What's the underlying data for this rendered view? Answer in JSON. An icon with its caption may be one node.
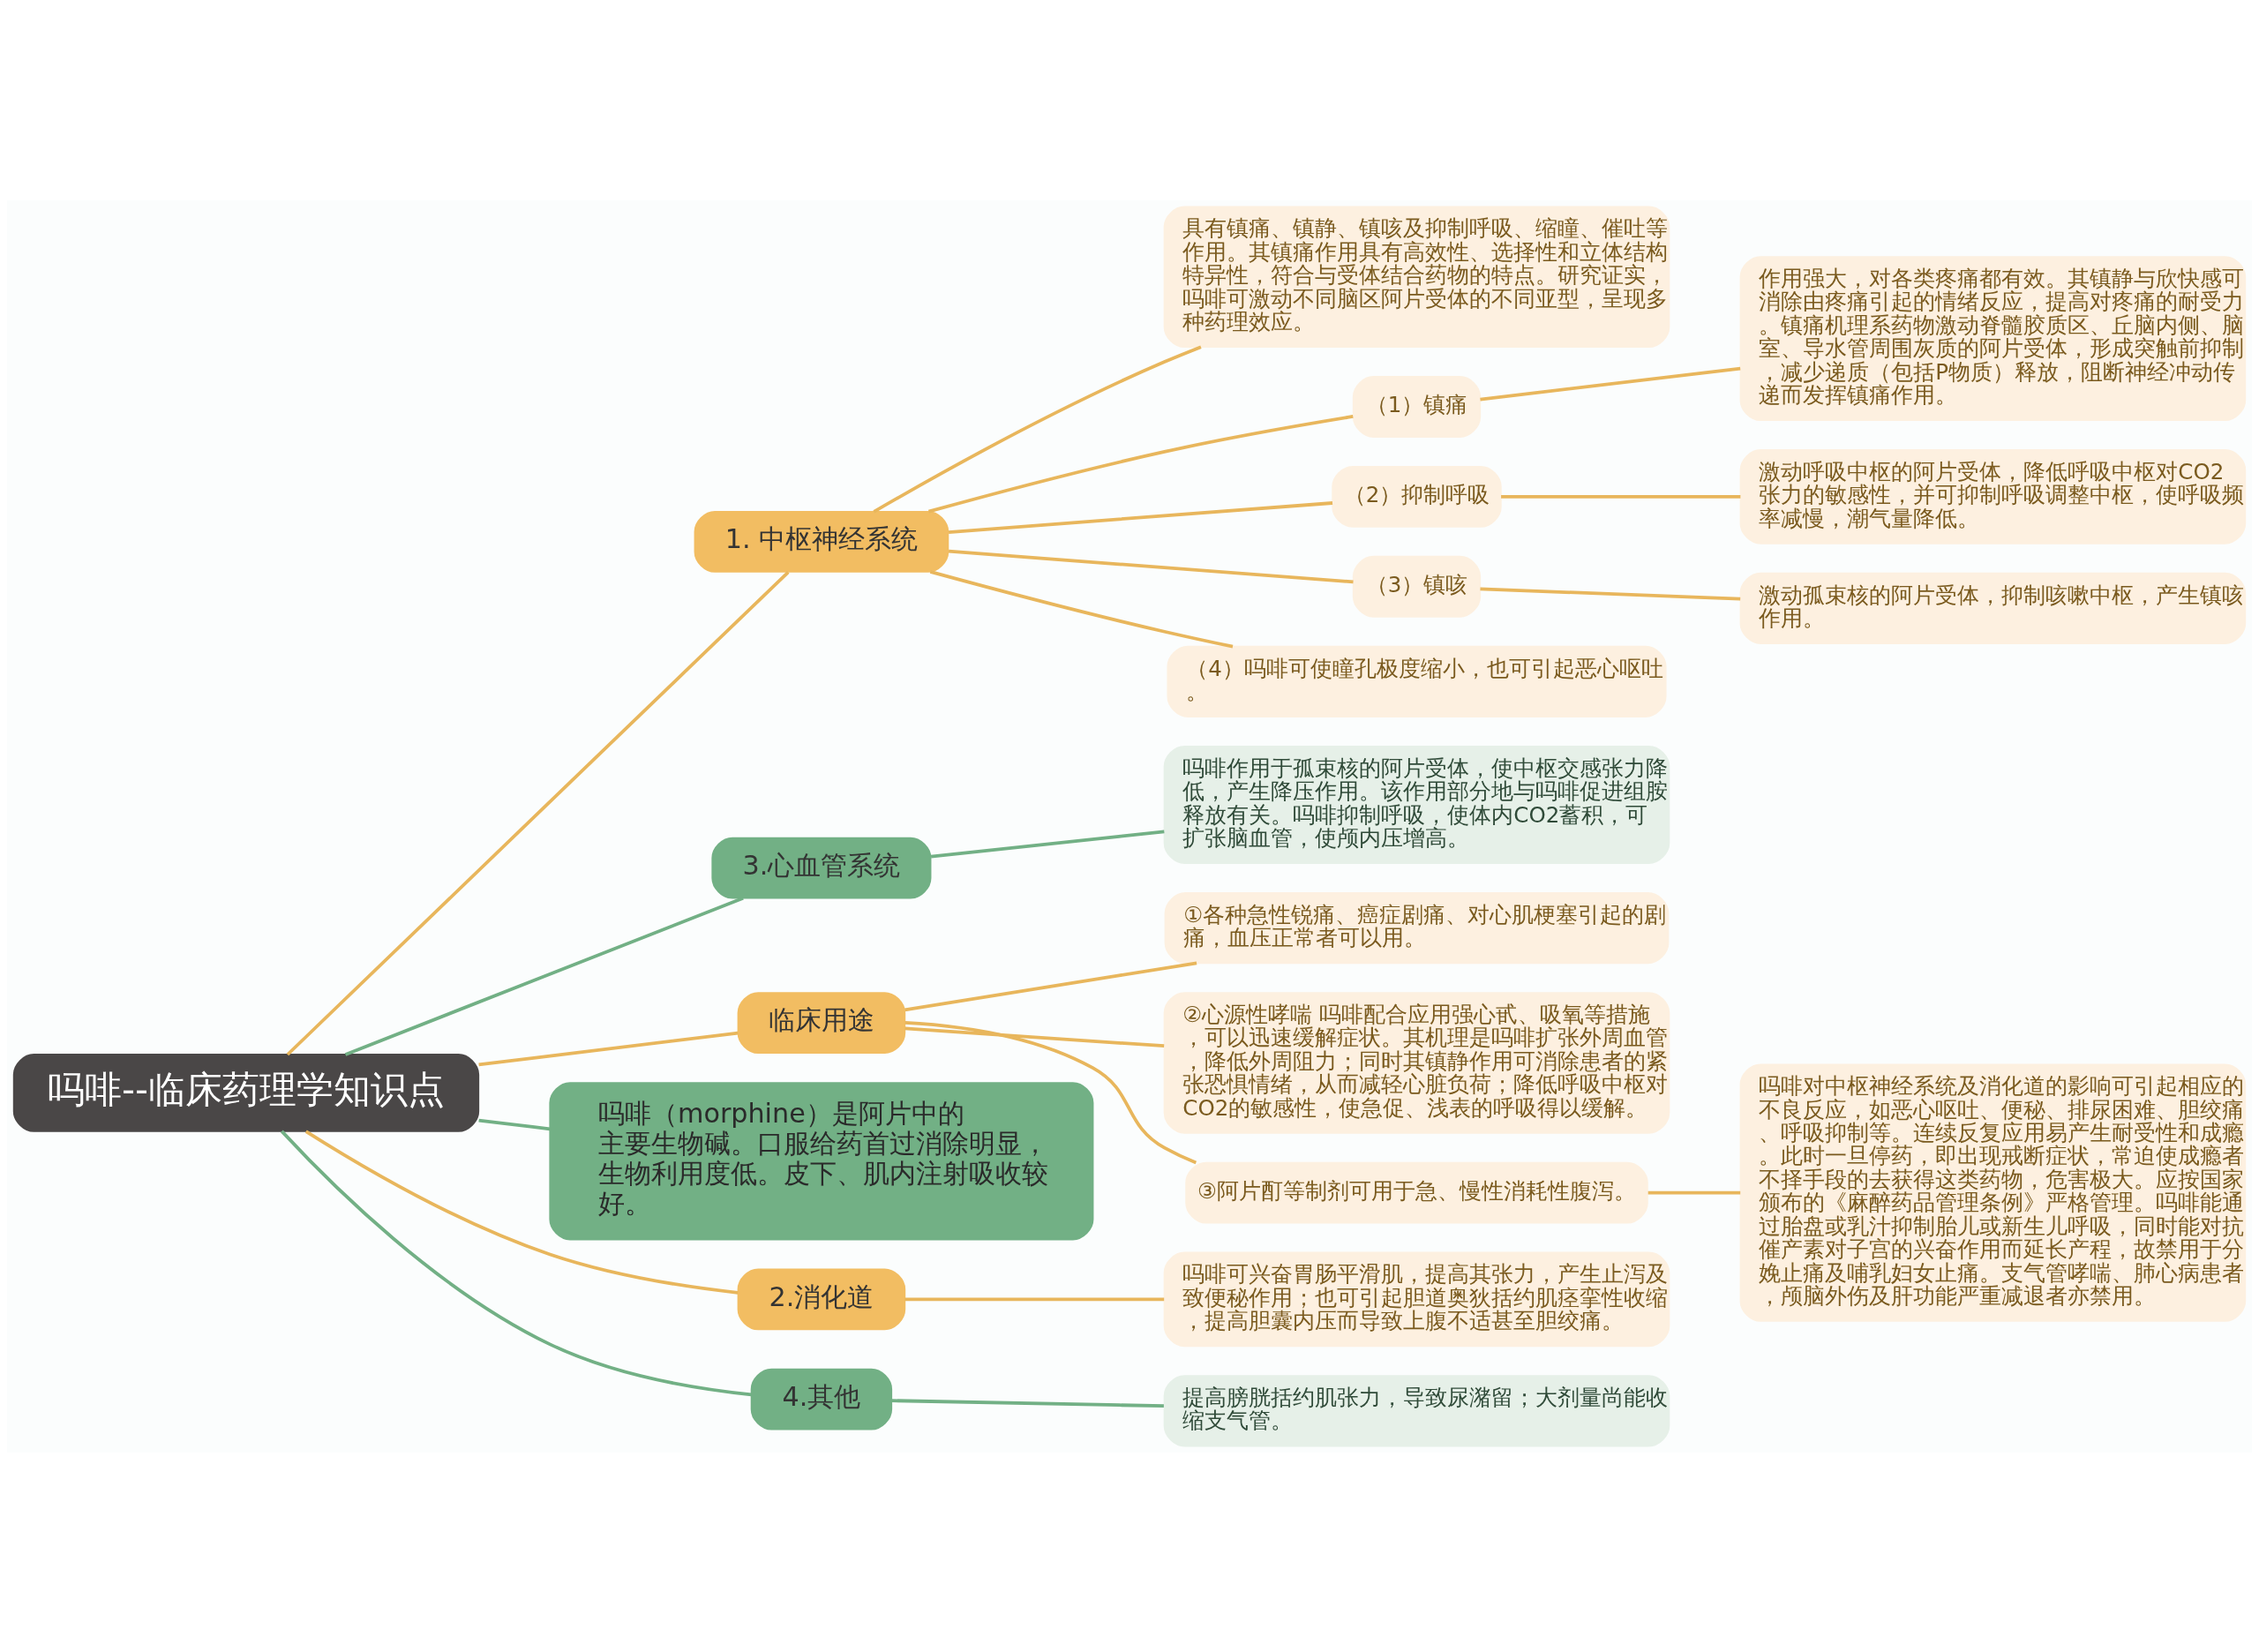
{
  "diagram": {
    "nodes": [
      {
        "text": [
          "吗啡--临床药理学知识点"
        ]
      },
      {
        "text": [
          "1. 中枢神经系统"
        ]
      },
      {
        "text": [
          "具有镇痛、镇静、镇咳及抑制呼吸、缩瞳、催吐等作用。其镇痛作用具有高效性、选择性和立体结构特异性，符合与受体结合药物的特点。研究证实，吗啡可激动不同脑区阿片受体的不同亚型，呈现多种药理效应。"
        ]
      },
      {
        "text": [
          "（1）镇痛"
        ]
      },
      {
        "text": [
          "作用强大，对各类疼痛都有效。其镇静与欣快感可消除由疼痛引起的情绪反应，提高对疼痛的耐受力。镇痛机理系药物激动脊髓胶质区、丘脑内侧、脑室、导水管周围灰质的阿片受体，形成突触前抑制，减少递质（包括P物质）释放，阻断神经冲动传递而发挥镇痛作用。"
        ]
      },
      {
        "text": [
          "（2）抑制呼吸"
        ]
      },
      {
        "text": [
          "激动呼吸中枢的阿片受体，降低呼吸中枢对CO2张力的敏感性，并可抑制呼吸调整中枢，使呼吸频率减慢，潮气量降低。"
        ]
      },
      {
        "text": [
          "（3）镇咳"
        ]
      },
      {
        "text": [
          "激动孤束核的阿片受体，抑制咳嗽中枢，产生镇咳作用。"
        ]
      },
      {
        "text": [
          "（4）吗啡可使瞳孔极度缩小，也可引起恶心呕吐。"
        ]
      },
      {
        "text": [
          "3.心血管系统"
        ]
      },
      {
        "text": [
          "吗啡作用于孤束核的阿片受体，使中枢交感张力降低，产生降压作用。该作用部分地与吗啡促进组胺释放有关。吗啡抑制呼吸，使体内CO2蓄积，可扩张脑血管，使颅内压增高。"
        ]
      },
      {
        "text": [
          "临床用途"
        ]
      },
      {
        "text": [
          "①各种急性锐痛、癌症剧痛、对心肌梗塞引起的剧痛，血压正常者可以用。"
        ]
      },
      {
        "text": [
          "②心源性哮喘 吗啡配合应用强心甙、吸氧等措施，可以迅速缓解症状。其机理是吗啡扩张外周血管，降低外周阻力；同时其镇静作用可消除患者的紧张恐惧情绪，从而减轻心脏负荷；降低呼吸中枢对CO2的敏感性，使急促、浅表的呼吸得以缓解。"
        ]
      },
      {
        "text": [
          "③阿片酊等制剂可用于急、慢性消耗性腹泻。"
        ]
      },
      {
        "text": [
          "吗啡对中枢神经系统及消化道的影响可引起相应的不良反应，如恶心呕吐、便秘、排尿困难、胆绞痛、呼吸抑制等。连续反复应用易产生耐受性和成瘾。此时一旦停药，即出现戒断症状，常迫使成瘾者不择手段的去获得这类药物，危害极大。应按国家颁布的《麻醉药品管理条例》严格管理。吗啡能通过胎盘或乳汁抑制胎儿或新生儿呼吸，同时能对抗催产素对子宫的兴奋作用而延长产程，故禁用于分娩止痛及哺乳妇女止痛。支气管哮喘、肺心病患者，颅脑外伤及肝功能严重减退者亦禁用。"
        ]
      },
      {
        "text": [
          "吗啡（morphine）是阿片中的主要生物碱。口服给药首过消除明显，生物利用度低。皮下、肌内注射吸收较好。"
        ]
      },
      {
        "text": [
          "2.消化道"
        ]
      },
      {
        "text": [
          "吗啡可兴奋胃肠平滑肌，提高其张力，产生止泻及致便秘作用；也可引起胆道奥狄括约肌痉挛性收缩，提高胆囊内压而导致上腹不适甚至胆绞痛。"
        ]
      },
      {
        "text": [
          "4.其他"
        ]
      },
      {
        "text": [
          "提高膀胱括约肌张力，导致尿潴留；大剂量尚能收缩支气管。"
        ]
      }
    ],
    "edges": [
      {
        "from": 0,
        "to": 1,
        "arrow": "none"
      },
      {
        "from": 1,
        "to": 2,
        "arrow": "none"
      },
      {
        "from": 1,
        "to": 3,
        "arrow": "none"
      },
      {
        "from": 3,
        "to": 4,
        "arrow": "none"
      },
      {
        "from": 1,
        "to": 5,
        "arrow": "none"
      },
      {
        "from": 5,
        "to": 6,
        "arrow": "none"
      },
      {
        "from": 1,
        "to": 7,
        "arrow": "none"
      },
      {
        "from": 7,
        "to": 8,
        "arrow": "none"
      },
      {
        "from": 1,
        "to": 9,
        "arrow": "none"
      },
      {
        "from": 0,
        "to": 10,
        "arrow": "none",
        "color": "#72b085"
      },
      {
        "from": 10,
        "to": 11,
        "arrow": "none",
        "color": "#72b085"
      },
      {
        "from": 0,
        "to": 12,
        "arrow": "none"
      },
      {
        "from": 12,
        "to": 13,
        "arrow": "none"
      },
      {
        "from": 12,
        "to": 14,
        "arrow": "none"
      },
      {
        "from": 12,
        "to": 15,
        "arrow": "none"
      },
      {
        "from": 15,
        "to": 16,
        "arrow": "none"
      },
      {
        "from": 0,
        "to": 17,
        "arrow": "none",
        "color": "#72b085"
      },
      {
        "from": 0,
        "to": 18,
        "arrow": "none"
      },
      {
        "from": 18,
        "to": 19,
        "arrow": "none"
      },
      {
        "from": 0,
        "to": 20,
        "arrow": "none",
        "color": "#72b085"
      },
      {
        "from": 20,
        "to": 21,
        "arrow": "none",
        "color": "#72b085"
      }
    ]
  }
}
